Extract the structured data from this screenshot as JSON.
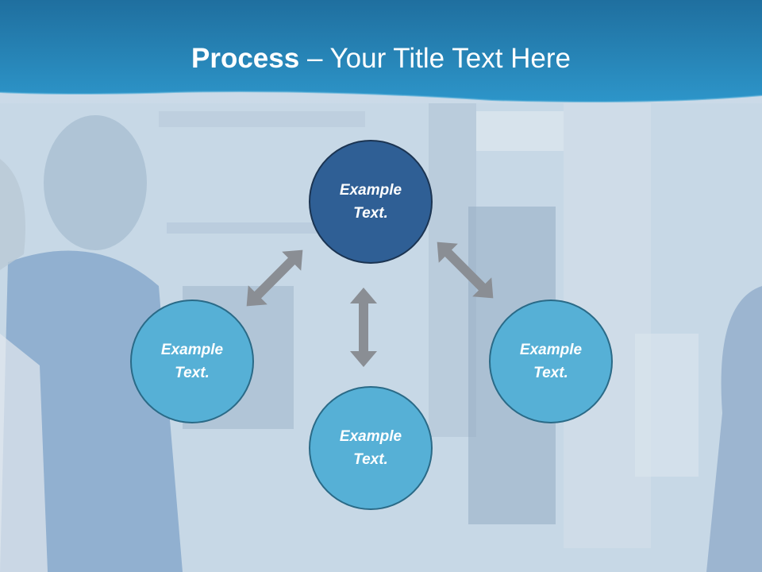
{
  "slide": {
    "title_bold": "Process",
    "title_rest": " – Your Title Text Here"
  },
  "nodes": {
    "top": {
      "label": "Example Text."
    },
    "left": {
      "label": "Example Text."
    },
    "bottom": {
      "label": "Example Text."
    },
    "right": {
      "label": "Example Text."
    }
  },
  "colors": {
    "header": "#2b8dc2",
    "node_primary": "#2f5f95",
    "node_secondary": "#56b0d6",
    "arrow": "#8a8e94"
  }
}
